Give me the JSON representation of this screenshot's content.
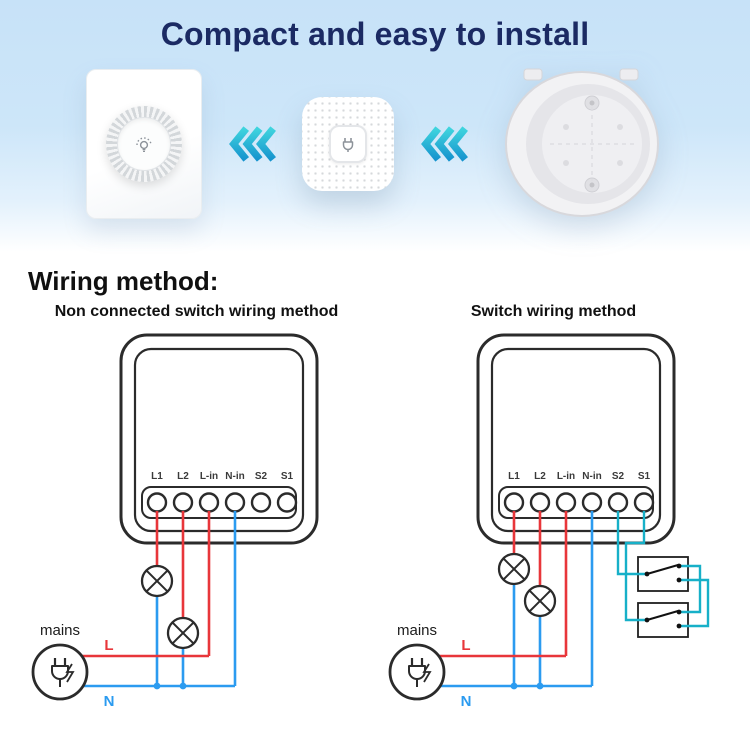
{
  "hero": {
    "title": "Compact and easy to install"
  },
  "wiring": {
    "heading": "Wiring method:",
    "diagrams": [
      {
        "title": "Non connected switch wiring method",
        "terminals": [
          "L1",
          "L2",
          "L-in",
          "N-in",
          "S2",
          "S1"
        ],
        "mains_label": "mains",
        "live_label": "L",
        "neutral_label": "N"
      },
      {
        "title": "Switch wiring method",
        "terminals": [
          "L1",
          "L2",
          "L-in",
          "N-in",
          "S2",
          "S1"
        ],
        "mains_label": "mains",
        "live_label": "L",
        "neutral_label": "N"
      }
    ]
  },
  "icons": {
    "chevrons_left": "triple-chevron-left",
    "mains_plug": "plug-with-lightning-bolt",
    "lamp_symbol": "circle-with-diagonal-cross",
    "switch_symbol": "spdt-switch-in-box",
    "dimmer_knob": "rotary-knob-with-bulb",
    "module_button": "plug-button"
  },
  "colors": {
    "title_navy": "#1b2a63",
    "hero_blue": "#c7e2f8",
    "chevron_teal_top": "#3fd4de",
    "chevron_teal_bottom": "#1694ce",
    "wire_live_red": "#e8363a",
    "wire_neutral_blue": "#2b9bf0",
    "wire_switch_teal": "#17b0c8",
    "diagram_stroke": "#2b2b2b"
  }
}
